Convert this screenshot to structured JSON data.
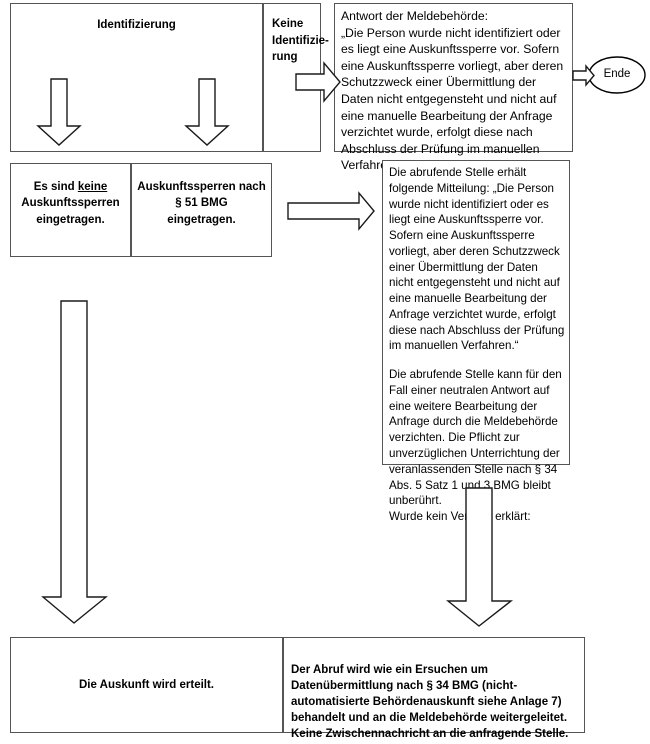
{
  "diagram": {
    "title": "Ablaufdiagramm Identifizierung / Auskunftssperre",
    "language": "de",
    "stroke_color": "#555555",
    "arrow_stroke_color": "#1a1a1a",
    "background_color": "#ffffff"
  },
  "row_top": {
    "identifizierung": {
      "label": "Identifizierung"
    },
    "keine_identifizierung": {
      "line1": "Keine",
      "line2": "Identifizie-",
      "line3": "rung"
    },
    "antwort_meldebehoerde": {
      "heading": "Antwort der Meldebehörde:",
      "body": "„Die Person wurde nicht identifiziert oder es liegt eine Auskunftssperre vor. Sofern eine Auskunftssperre vorliegt, aber deren Schutzzweck einer Übermittlung der Daten nicht entgegensteht und nicht auf eine manuelle Bearbeitung der Anfrage verzichtet wurde, erfolgt diese nach Abschluss der Prüfung im manuellen Verfahren.“"
    },
    "ende_node": {
      "label": "Ende"
    }
  },
  "row_middle": {
    "keine_sperren": {
      "line1_a": "Es sind ",
      "line1_b": "keine",
      "line2": "Auskunftssperren",
      "line3": "eingetragen."
    },
    "sperren_51_bmg": {
      "line1": "Auskunftssperren nach",
      "line2": "§ 51 BMG",
      "line3": "eingetragen."
    },
    "mitteilung_box": {
      "paragraph1": "Die abrufende Stelle erhält folgende Mitteilung: „Die Person wurde nicht identifiziert oder es liegt eine Auskunftssperre vor. Sofern eine Auskunftssperre vorliegt, aber deren Schutzzweck einer Übermittlung der Daten nicht entgegensteht und nicht auf eine manuelle Bearbeitung der Anfrage verzichtet wurde, erfolgt diese nach Abschluss der Prüfung im manuellen Verfahren.“",
      "paragraph2": "Die abrufende Stelle kann für den Fall einer neutralen Antwort auf eine weitere Bearbeitung der Anfrage durch die Meldebehörde verzichten. Die Pflicht zur unverzüglichen Unterrichtung der veranlassenden Stelle nach § 34 Abs. 5 Satz 1 und 3 BMG bleibt unberührt.",
      "paragraph3": "Wurde kein Verzicht erklärt:"
    }
  },
  "row_bottom": {
    "auskunft_erteilt": {
      "label": "Die Auskunft wird erteilt."
    },
    "abruf_ersuchen": {
      "paragraph1": "Der Abruf wird wie ein Ersuchen um Datenübermittlung nach § 34 BMG (nicht-automatisierte Behördenauskunft siehe Anlage 7) behandelt und an die Meldebehörde weitergeleitet.",
      "paragraph2": "Keine Zwischennachricht an die anfragende Stelle."
    }
  },
  "arrows": [
    {
      "name": "arrow-down-identifizierung-left",
      "direction": "down"
    },
    {
      "name": "arrow-down-identifizierung-right",
      "direction": "down"
    },
    {
      "name": "arrow-right-keine-identifizierung",
      "direction": "right"
    },
    {
      "name": "arrow-right-to-ende",
      "direction": "right"
    },
    {
      "name": "arrow-right-sperren-to-mitteilung",
      "direction": "right"
    },
    {
      "name": "arrow-down-keine-sperren-to-auskunft",
      "direction": "down"
    },
    {
      "name": "arrow-down-mitteilung-to-abruf",
      "direction": "down"
    }
  ]
}
